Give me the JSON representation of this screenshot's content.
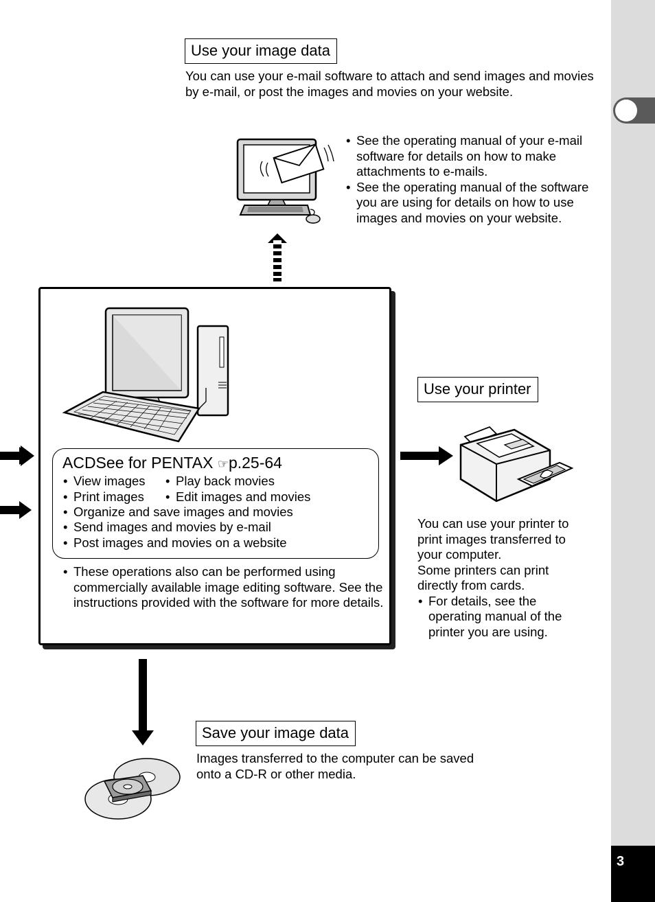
{
  "email_section": {
    "heading": "Use your image data",
    "description": "You can use your e-mail software to attach and send images and movies by e-mail, or post the images and movies on your website.",
    "notes": [
      "See the operating manual of your e-mail software for details on how to make attachments to e-mails.",
      "See the operating manual of the software you are using for details on how to use images and movies on your website."
    ]
  },
  "computer_section": {
    "software_title": "ACDSee for PENTAX",
    "reference_icon": "pointing-hand-icon",
    "page_reference": "p.25-64",
    "features_col1": [
      "View images",
      "Print images"
    ],
    "features_col2": [
      "Play back movies",
      "Edit images and movies"
    ],
    "features_full": [
      "Organize and save images and movies",
      "Send images and movies by e-mail",
      "Post images and movies on a website"
    ],
    "note": "These operations also can be performed using commercially available image editing software. See the instructions provided with the software for more details."
  },
  "printer_section": {
    "heading": "Use your printer",
    "description_1": "You can use your printer to print images transferred to your computer.",
    "description_2": "Some printers can print directly from cards.",
    "note": "For details, see the operating manual of the printer you are using."
  },
  "save_section": {
    "heading": "Save your image data",
    "description": "Images transferred to the computer can be saved onto a CD-R or other media."
  },
  "page_number": "3",
  "colors": {
    "tab_gray": "#dcdcdc",
    "marker": "#5a5a5a"
  }
}
